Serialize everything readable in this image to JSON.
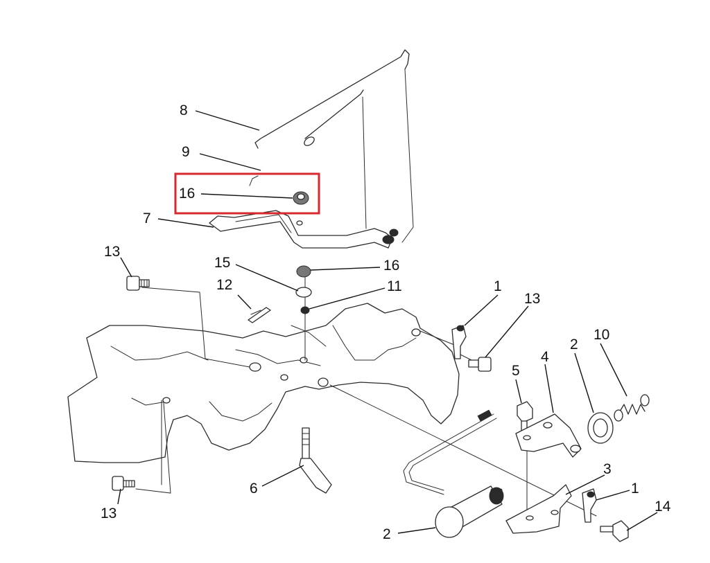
{
  "highlight": {
    "color": "#d9272e"
  },
  "callouts": {
    "c8": "8",
    "c9": "9",
    "c16_top": "16",
    "c7": "7",
    "c13_left": "13",
    "c15": "15",
    "c16_mid": "16",
    "c12": "12",
    "c11": "11",
    "c1_top": "1",
    "c13_right": "13",
    "c5": "5",
    "c4": "4",
    "c2_washer": "2",
    "c10": "10",
    "c6": "6",
    "c3": "3",
    "c1_bottom": "1",
    "c14": "14",
    "c13_bottom": "13",
    "c2_solenoid": "2"
  }
}
